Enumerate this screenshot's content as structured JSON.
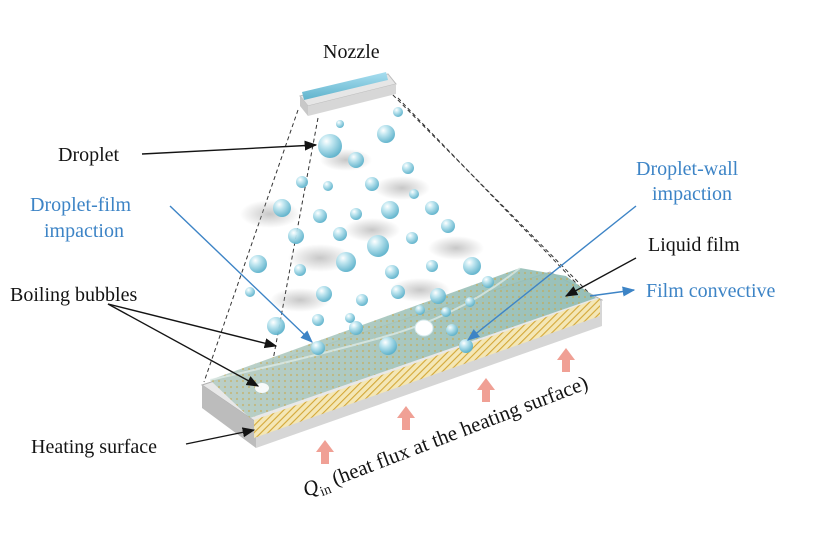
{
  "labels": {
    "nozzle": "Nozzle",
    "droplet": "Droplet",
    "droplet_film_1": "Droplet-film",
    "droplet_film_2": "impaction",
    "droplet_wall_1": "Droplet-wall",
    "droplet_wall_2": "impaction",
    "liquid_film": "Liquid film",
    "film_convective": "Film convective",
    "boiling_bubbles": "Boiling bubbles",
    "heating_surface": "Heating surface",
    "heat_symbol": "Q",
    "heat_subscript": "in",
    "heat_text": " (heat flux at the heating surface)"
  },
  "colors": {
    "dark_text": "#141414",
    "blue_text": "#3d84c6",
    "droplet": "#6fc0d6",
    "film": "#9fc4bc",
    "hatch": "#d9b74a",
    "arrow": "#f0a095",
    "nozzle": "#7cc6dc"
  }
}
